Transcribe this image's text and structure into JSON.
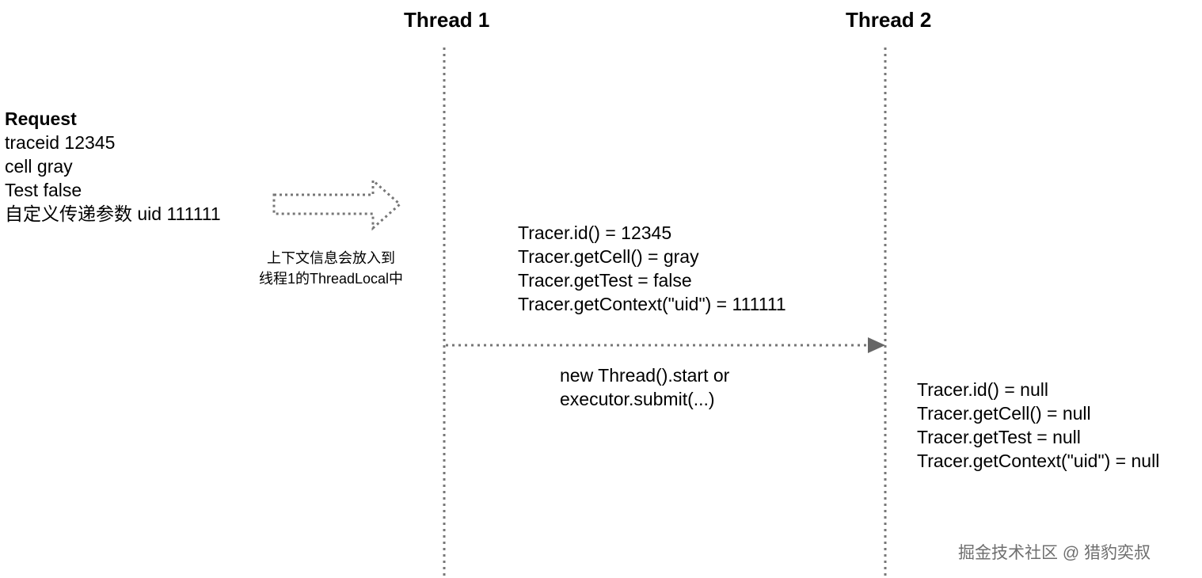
{
  "threads": [
    {
      "label": "Thread 1"
    },
    {
      "label": "Thread 2"
    }
  ],
  "request": {
    "title": "Request",
    "lines": [
      "traceid 12345",
      "cell gray",
      "Test false",
      "自定义传递参数 uid 111111"
    ]
  },
  "context_caption": [
    "上下文信息会放入到",
    "线程1的ThreadLocal中"
  ],
  "thread1_values": [
    "Tracer.id() = 12345",
    "Tracer.getCell() = gray",
    "Tracer.getTest = false",
    "Tracer.getContext(\"uid\") = 111111"
  ],
  "spawn_caption": [
    "new Thread().start or",
    "executor.submit(...)"
  ],
  "thread2_values": [
    "Tracer.id() = null",
    "Tracer.getCell() = null",
    "Tracer.getTest = null",
    "Tracer.getContext(\"uid\") = null"
  ],
  "watermark": "掘金技术社区 @ 猎豹奕叔",
  "colors": {
    "line": "#777777",
    "arrow_head": "#666666"
  }
}
